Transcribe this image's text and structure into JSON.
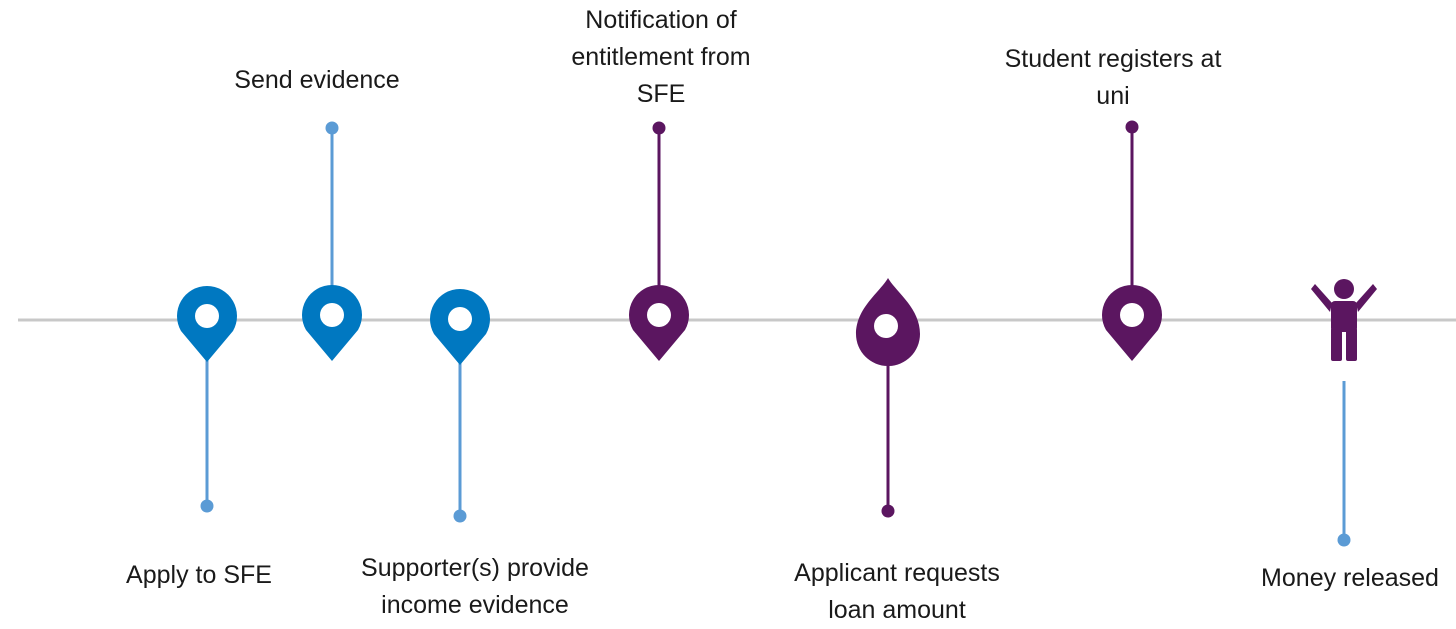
{
  "colors": {
    "blue": "#0078c1",
    "blue_stem": "#5b9bd5",
    "purple": "#5b1660",
    "axis": "#c8c8c8"
  },
  "steps": [
    {
      "id": "apply",
      "icon": "pin-icon",
      "color": "blue",
      "lines": [
        "Apply to SFE"
      ]
    },
    {
      "id": "send-evidence",
      "icon": "pin-icon",
      "color": "blue",
      "lines": [
        "Send evidence"
      ]
    },
    {
      "id": "supporter-evidence",
      "icon": "pin-icon",
      "color": "blue",
      "lines": [
        "Supporter(s) provide",
        "income evidence"
      ]
    },
    {
      "id": "notification",
      "icon": "pin-icon",
      "color": "purple",
      "lines": [
        "Notification of",
        "entitlement from",
        "SFE"
      ]
    },
    {
      "id": "request-loan",
      "icon": "drop-icon",
      "color": "purple",
      "lines": [
        "Applicant requests",
        "loan amount"
      ]
    },
    {
      "id": "registers",
      "icon": "pin-icon",
      "color": "purple",
      "lines": [
        "Student registers at",
        "uni"
      ]
    },
    {
      "id": "money",
      "icon": "person-icon",
      "color": "purple",
      "lines": [
        "Money released"
      ]
    }
  ]
}
